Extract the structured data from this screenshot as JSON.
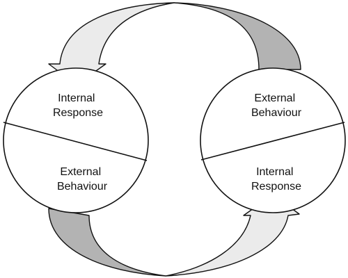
{
  "colors": {
    "arrow_light": "#ebebeb",
    "arrow_dark": "#b3b3b3",
    "outline": "#111111",
    "background": "#ffffff"
  },
  "left_circle": {
    "top_text": [
      "Internal",
      "Response"
    ],
    "bottom_text": [
      "External",
      "Behaviour"
    ]
  },
  "right_circle": {
    "top_text": [
      "External",
      "Behaviour"
    ],
    "bottom_text": [
      "Internal",
      "Response"
    ]
  }
}
